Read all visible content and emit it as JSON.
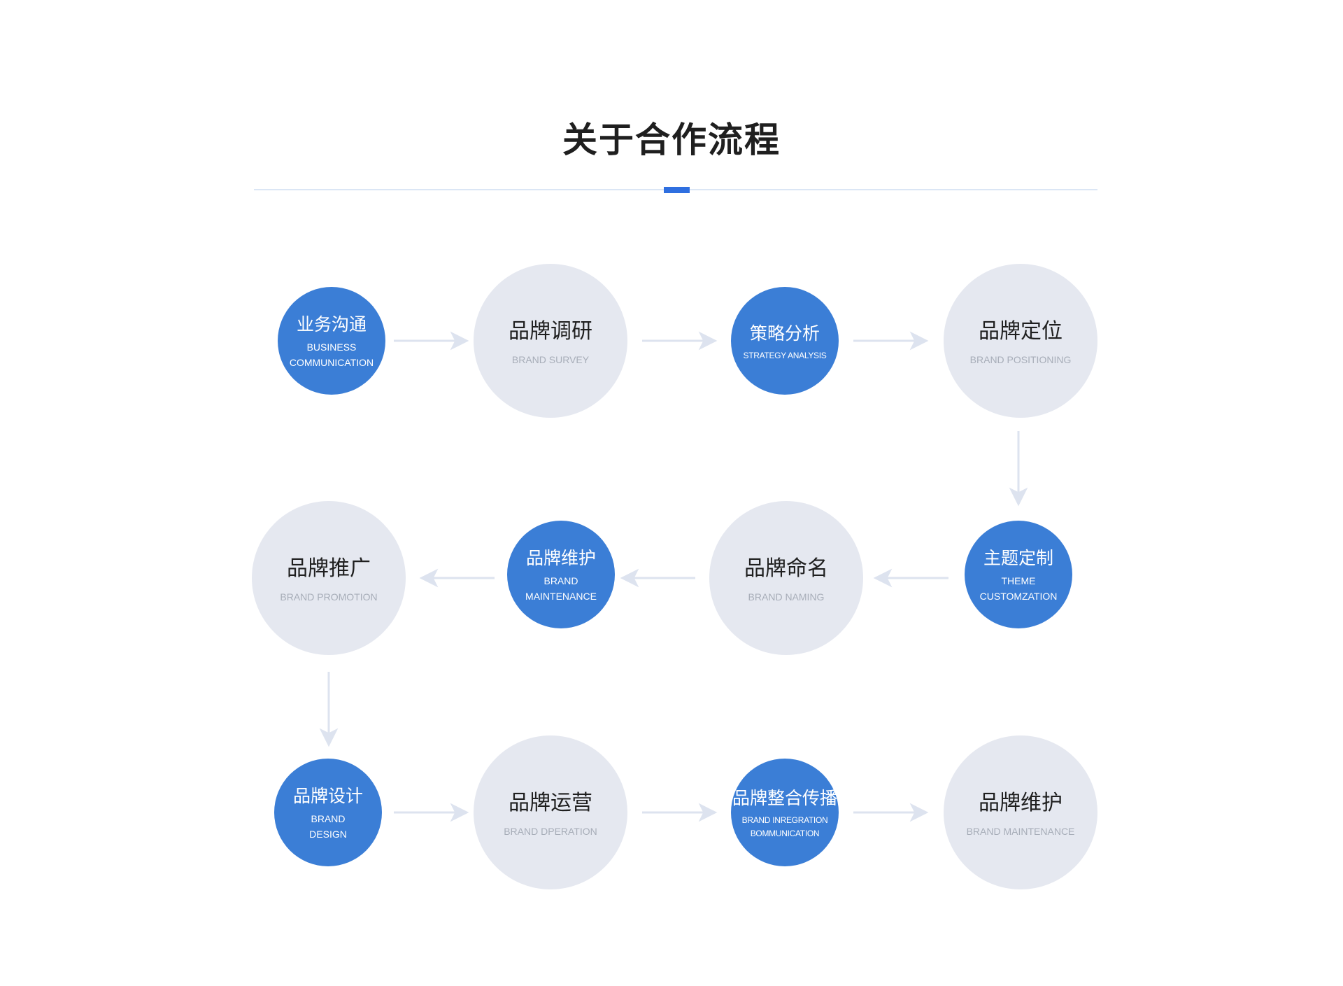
{
  "title": "关于合作流程",
  "colors": {
    "accent": "#2f6fe0",
    "node_blue": "#3b7ed6",
    "node_gray": "#e5e8f0",
    "arrow": "#dde3ef"
  },
  "nodes": [
    {
      "cn": "业务沟通",
      "en1": "BUSINESS",
      "en2": "COMMUNICATION",
      "style": "small"
    },
    {
      "cn": "品牌调研",
      "en1": "BRAND SURVEY",
      "en2": "",
      "style": "big"
    },
    {
      "cn": "策略分析",
      "en1": "STRATEGY ANALYSIS",
      "en2": "",
      "style": "small"
    },
    {
      "cn": "品牌定位",
      "en1": "BRAND POSITIONING",
      "en2": "",
      "style": "big"
    },
    {
      "cn": "主题定制",
      "en1": "THEME",
      "en2": "CUSTOMZATION",
      "style": "small"
    },
    {
      "cn": "品牌命名",
      "en1": "BRAND NAMING",
      "en2": "",
      "style": "big"
    },
    {
      "cn": "品牌维护",
      "en1": "BRAND",
      "en2": "MAINTENANCE",
      "style": "small"
    },
    {
      "cn": "品牌推广",
      "en1": "BRAND PROMOTION",
      "en2": "",
      "style": "big"
    },
    {
      "cn": "品牌设计",
      "en1": "BRAND",
      "en2": "DESIGN",
      "style": "small"
    },
    {
      "cn": "品牌运营",
      "en1": "BRAND DPERATION",
      "en2": "",
      "style": "big"
    },
    {
      "cn": "品牌整合传播",
      "en1": "BRAND INREGRATION",
      "en2": "BOMMUNICATION",
      "style": "small"
    },
    {
      "cn": "品牌维护",
      "en1": "BRAND MAINTENANCE",
      "en2": "",
      "style": "big"
    }
  ]
}
